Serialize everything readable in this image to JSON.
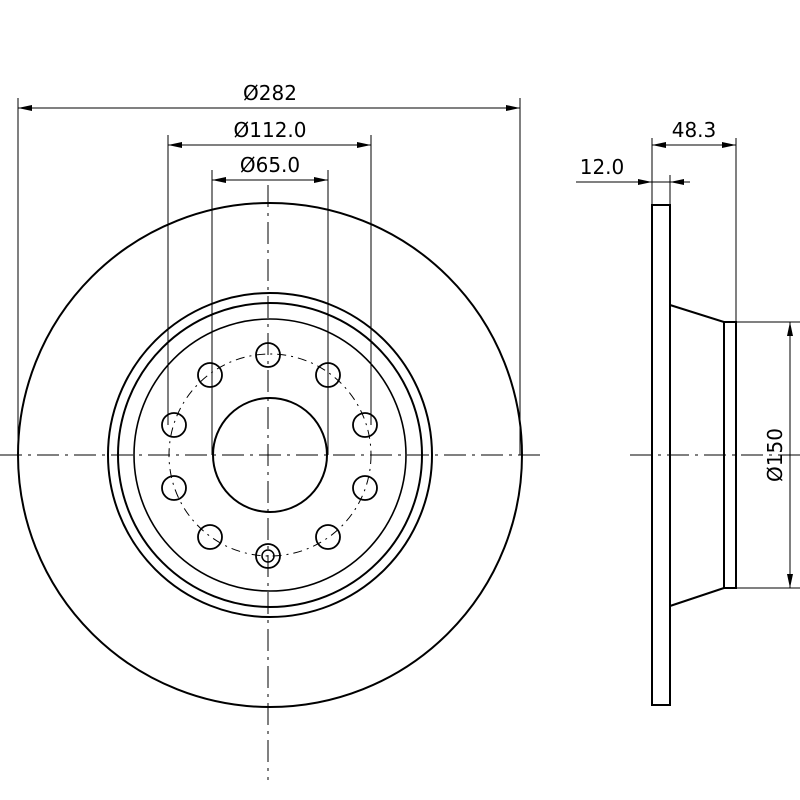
{
  "dimensions": {
    "outer_diameter": "Ø282",
    "bolt_circle_diameter": "Ø112.0",
    "center_bore_diameter": "Ø65.0",
    "total_height": "48.3",
    "disc_thickness": "12.0",
    "hub_diameter": "Ø150"
  },
  "colors": {
    "line": "#000000",
    "background": "#ffffff"
  }
}
